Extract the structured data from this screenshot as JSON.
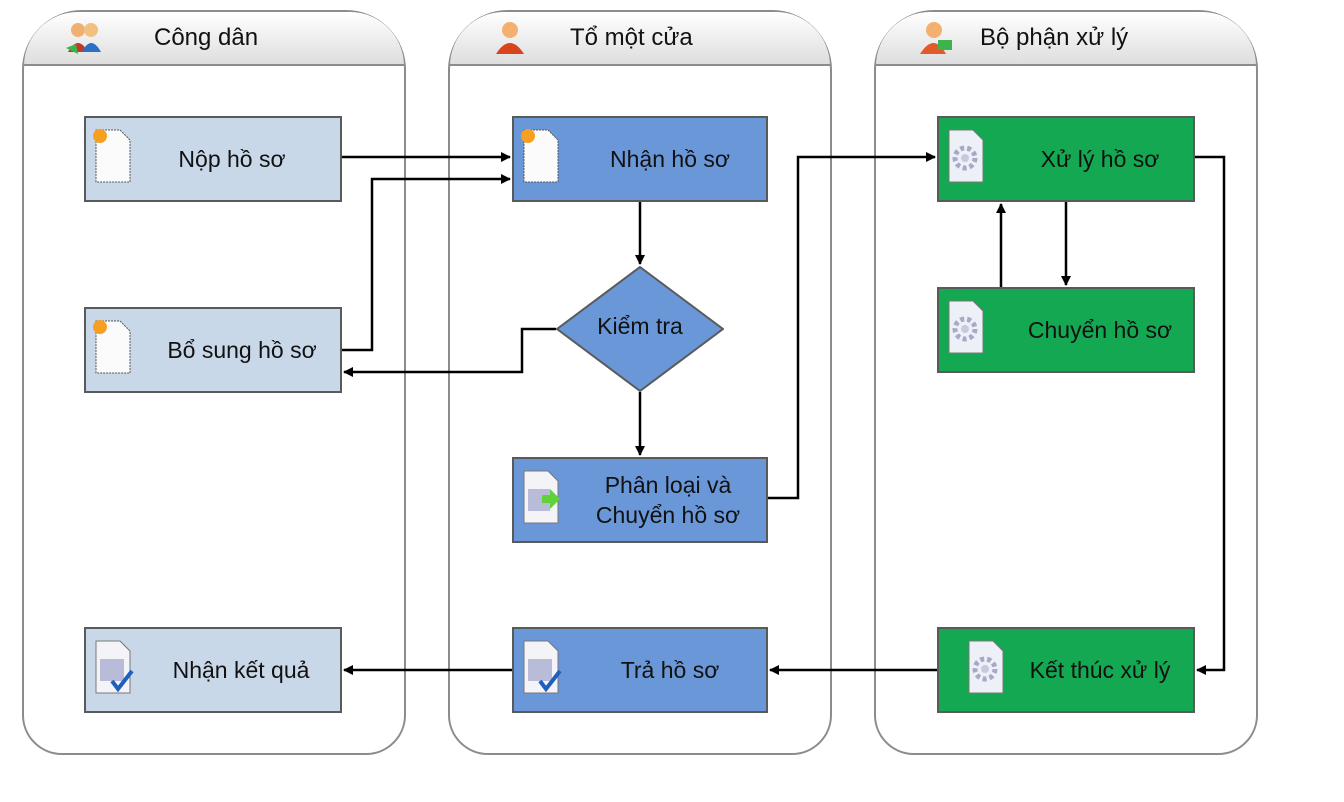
{
  "lanes": [
    {
      "title": "Công dân",
      "icon": "citizens-icon"
    },
    {
      "title": "Tổ một cửa",
      "icon": "clerk-icon"
    },
    {
      "title": "Bộ phận xử lý",
      "icon": "processor-icon"
    }
  ],
  "nodes": {
    "nop_ho_so": "Nộp hồ sơ",
    "bo_sung_ho_so": "Bổ sung hồ sơ",
    "nhan_ket_qua": "Nhận kết quả",
    "nhan_ho_so": "Nhận hồ sơ",
    "kiem_tra": "Kiểm tra",
    "phan_loai_line1": "Phân loại và",
    "phan_loai_line2": "Chuyển hồ sơ",
    "tra_ho_so": "Trả hồ sơ",
    "xu_ly_ho_so": "Xử lý hồ sơ",
    "chuyen_ho_so": "Chuyển hồ sơ",
    "ket_thuc_xu_ly": "Kết thúc xử lý"
  },
  "colors": {
    "citizen_node": "#c9d8e8",
    "desk_node": "#6a97d8",
    "processing_node": "#15a852"
  }
}
